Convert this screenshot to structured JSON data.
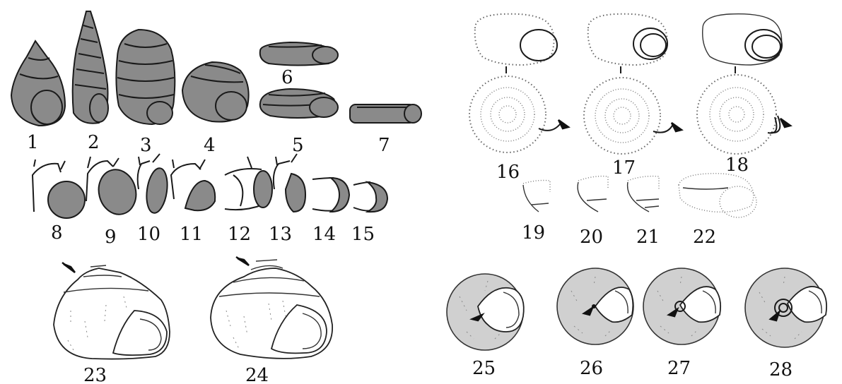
{
  "figure_labels": {
    "f1": "1",
    "f2": "2",
    "f3": "3",
    "f4": "4",
    "f5": "5",
    "f6": "6",
    "f7": "7",
    "f8": "8",
    "f9": "9",
    "f10": "10",
    "f11": "11",
    "f12": "12",
    "f13": "13",
    "f14": "14",
    "f15": "15",
    "f16": "16",
    "f17": "17",
    "f18": "18",
    "f19": "19",
    "f20": "20",
    "f21": "21",
    "f22": "22",
    "f23": "23",
    "f24": "24",
    "f25": "25",
    "f26": "26",
    "f27": "27",
    "f28": "28"
  },
  "colors": {
    "shell_fill": "#8a8a8a",
    "outline": "#1a1a1a",
    "background": "#ffffff"
  }
}
